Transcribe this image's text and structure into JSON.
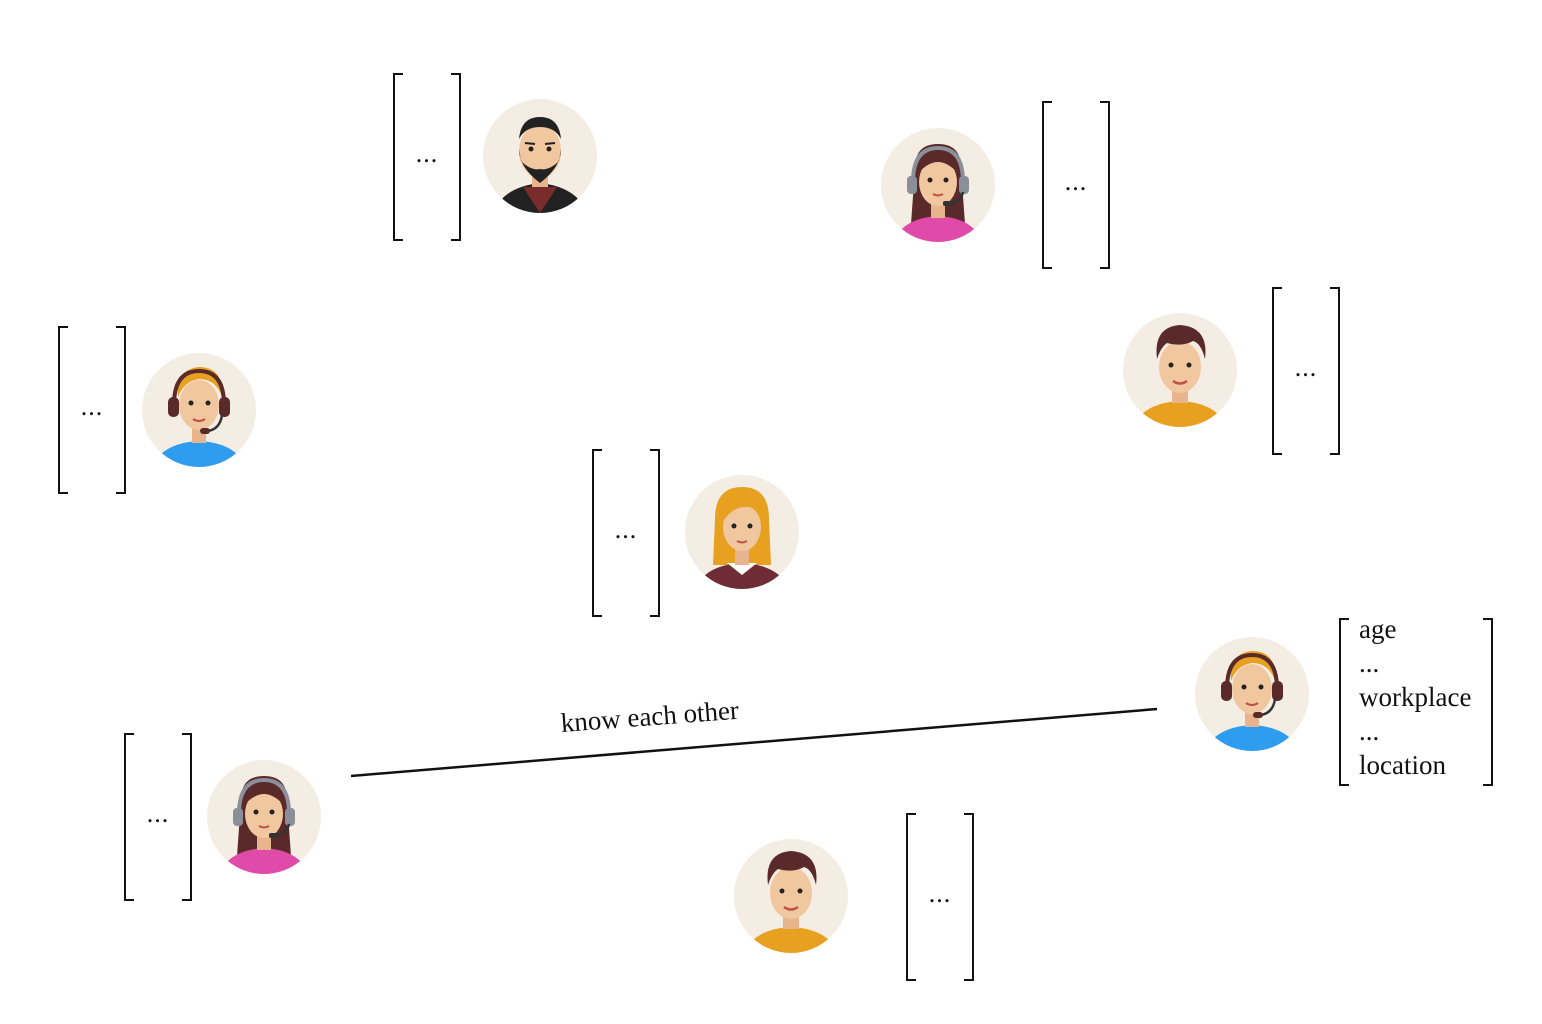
{
  "nodes": [
    {
      "id": "bearded-man",
      "attributes_placeholder": "..."
    },
    {
      "id": "woman-headset-top",
      "attributes_placeholder": "..."
    },
    {
      "id": "man-headset-left",
      "attributes_placeholder": "..."
    },
    {
      "id": "man-yellow-right",
      "attributes_placeholder": "..."
    },
    {
      "id": "woman-blonde-center",
      "attributes_placeholder": "..."
    },
    {
      "id": "woman-headset-bottom",
      "attributes_placeholder": "..."
    },
    {
      "id": "man-yellow-bottom",
      "attributes_placeholder": "..."
    },
    {
      "id": "man-headset-right",
      "attributes": [
        "age",
        "...",
        "workplace",
        "...",
        "location"
      ]
    }
  ],
  "edge": {
    "label": "know each other"
  },
  "colors": {
    "avatar_bg": "#f4ede3",
    "skin": "#f1c7a0",
    "hair_dark": "#5a2a2a",
    "hair_blonde": "#e8a020",
    "shirt_blue": "#2e9df0",
    "shirt_pink": "#e04aa8",
    "shirt_yellow": "#e8a020",
    "shirt_dark": "#222222",
    "headset": "#8a8f99"
  }
}
